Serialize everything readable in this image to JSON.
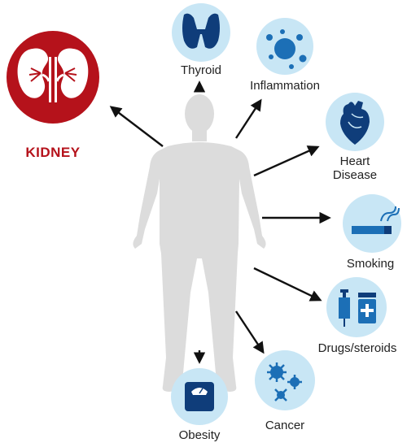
{
  "diagram": {
    "center": {
      "label": "KIDNEY",
      "icon": "kidney-icon",
      "color": "#b5121b"
    },
    "factors": [
      {
        "id": "thyroid",
        "label": "Thyroid",
        "icon": "thyroid-icon"
      },
      {
        "id": "inflammation",
        "label": "Inflammation",
        "icon": "inflammation-icon"
      },
      {
        "id": "heart-disease",
        "label_line1": "Heart",
        "label_line2": "Disease",
        "icon": "heart-icon"
      },
      {
        "id": "smoking",
        "label": "Smoking",
        "icon": "cigarette-icon"
      },
      {
        "id": "drugs",
        "label": "Drugs/steroids",
        "icon": "drugs-icon"
      },
      {
        "id": "cancer",
        "label": "Cancer",
        "icon": "cancer-cell-icon"
      },
      {
        "id": "obesity",
        "label": "Obesity",
        "icon": "scale-icon"
      }
    ],
    "colors": {
      "circle_bg": "#c8e6f5",
      "icon_blue": "#1c6fb6",
      "icon_dark": "#0f3d7a",
      "body_gray": "#dcdcdc",
      "arrow": "#111111"
    }
  }
}
